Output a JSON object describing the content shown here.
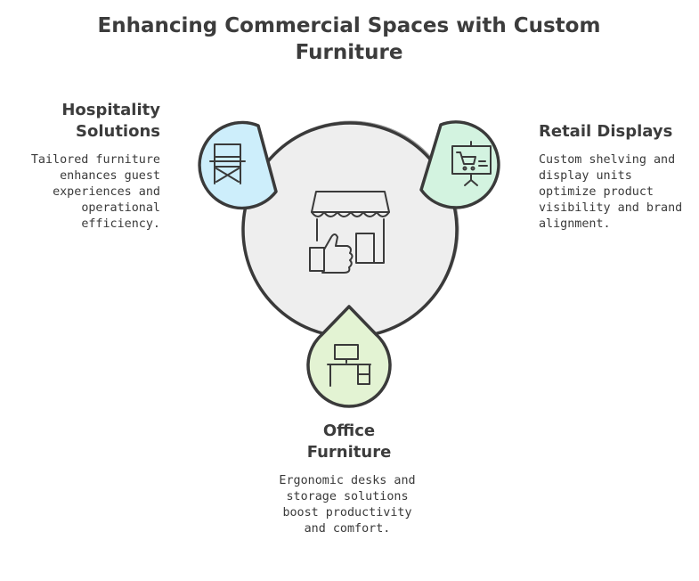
{
  "title": "Enhancing Commercial Spaces with Custom Furniture",
  "center": {
    "icon": "storefront-thumbs-up-icon"
  },
  "items": [
    {
      "heading": "Hospitality Solutions",
      "description": "Tailored furniture enhances guest experiences and operational efficiency.",
      "icon": "directors-chair-icon",
      "color": "#cdeefb"
    },
    {
      "heading": "Retail Displays",
      "description": "Custom shelving and display units optimize product visibility and brand alignment.",
      "icon": "shopping-cart-display-icon",
      "color": "#d3f3e0"
    },
    {
      "heading": "Office Furniture",
      "description": "Ergonomic desks and storage solutions boost productivity and comfort.",
      "icon": "computer-desk-icon",
      "color": "#e3f3d3"
    }
  ],
  "colors": {
    "center_fill": "#eeeeee",
    "stroke": "#3a3a3a"
  }
}
